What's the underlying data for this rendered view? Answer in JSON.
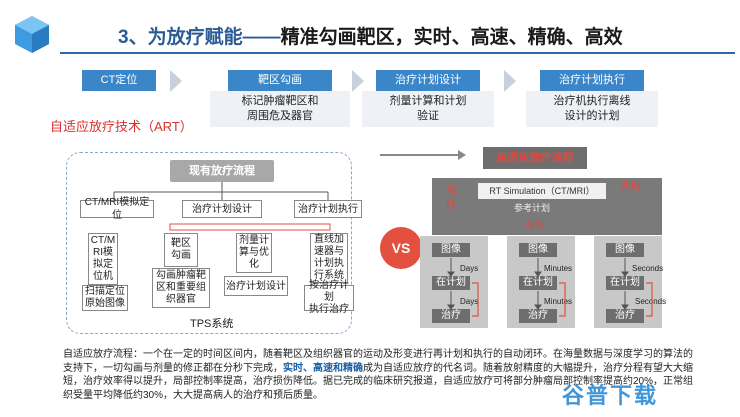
{
  "header": {
    "title_prefix": "3、为放疗赋能",
    "title_dash": "——",
    "title_rest": "精准勾画靶区，实时、高速、精确、高效"
  },
  "process": [
    {
      "head": "CT定位",
      "body": ""
    },
    {
      "head": "靶区勾画",
      "body_lines": [
        "标记肿瘤靶区和",
        "周围危及器官"
      ]
    },
    {
      "head": "治疗计划设计",
      "body_lines": [
        "剂量计算和计划",
        "验证"
      ]
    },
    {
      "head": "治疗计划执行",
      "body_lines": [
        "治疗机执行离线",
        "设计的计划"
      ]
    }
  ],
  "art_label": "自适应放疗技术（ART）",
  "tps": {
    "title": "现有放疗流程",
    "top_boxes": [
      "CT/MRI模拟定位",
      "治疗计划设计",
      "治疗计划执行"
    ],
    "col1_lines": [
      "CT/M",
      "RI模",
      "拟定",
      "位机"
    ],
    "col1_bottom": [
      "扫描定位",
      "原始图像"
    ],
    "col2_lines": [
      "靶区",
      "勾画"
    ],
    "col2_bottom": [
      "勾画肿瘤靶",
      "区和重要组",
      "织器官"
    ],
    "col3_lines": [
      "剂量计",
      "算与优",
      "化"
    ],
    "col3_bottom": "治疗计划设计",
    "col4_lines": [
      "直线加",
      "速器与",
      "计划执",
      "行系统"
    ],
    "col4_bottom": [
      "按治疗计划",
      "执行治疗"
    ],
    "caption": "TPS系统"
  },
  "vs": "VS",
  "art": {
    "title": "自适应放疗流程",
    "rt_sim": "RT Simulation（CT/MRI）",
    "offline": [
      "离",
      "线"
    ],
    "realtime": "实时",
    "ref_plan": "参考计划",
    "online": "在线",
    "columns": [
      {
        "image": "图像",
        "plan": "在计划",
        "treat": "治疗",
        "t1": "Days",
        "t2": "Days"
      },
      {
        "image": "图像",
        "plan": "在计划",
        "treat": "治疗",
        "t1": "Minutes",
        "t2": "Minutes"
      },
      {
        "image": "图像",
        "plan": "在计划",
        "treat": "治疗",
        "t1": "Seconds",
        "t2": "Seconds"
      }
    ]
  },
  "description": {
    "part1": "自适应放疗流程：一个在一定的时间区间内，随着靶区及组织器官的运动及形变进行再计划和执行的自动闭环。在海量数据与深度学习的算法的支持下，一切勾画与剂量的修正都在分秒下完成，",
    "highlight": "实时、高速和精确",
    "part2": "成为自适应放疗的代名词。随着放射精度的大幅提升，治疗分程有望大大缩短，治疗效率得以提升，局部控制率提高，治疗损伤降低。据已完成的临床研究报道，自适应放疗可将部分肿瘤局部控制率提高约20%，正常组织受量平均降低约30%，大大提高病人的治疗和预后质量。"
  },
  "watermark": "谷普下载",
  "colors": {
    "accent_blue": "#3a86c8",
    "title_blue": "#2b5b94",
    "red": "#e35040",
    "gray": "#6e6e6e"
  }
}
